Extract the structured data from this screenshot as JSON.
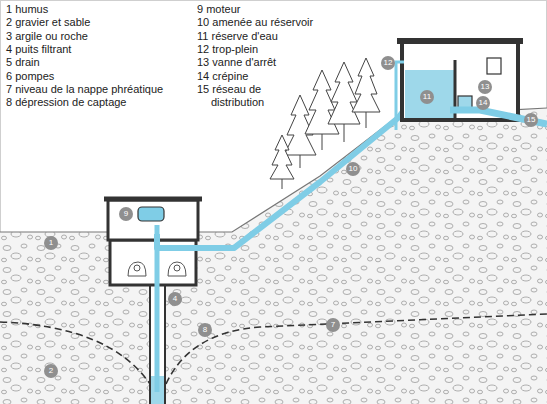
{
  "diagram": {
    "labels": [
      "1 humus",
      "2 gravier et sable",
      "3 argile ou roche",
      "4 puits filtrant",
      "5 drain",
      "6 pompes",
      "7 niveau de la nappe phréatique",
      "8 dépression de captage",
      "9 moteur",
      "10 amenée au réservoir",
      "11 réserve d'eau",
      "12 trop-plein",
      "13 vanne d'arrêt",
      "14 crépine",
      "15 réseau de distribution",
      "1",
      "2",
      "4",
      "7",
      "8",
      "9",
      "10",
      "11",
      "12",
      "13",
      "14",
      "15"
    ]
  }
}
